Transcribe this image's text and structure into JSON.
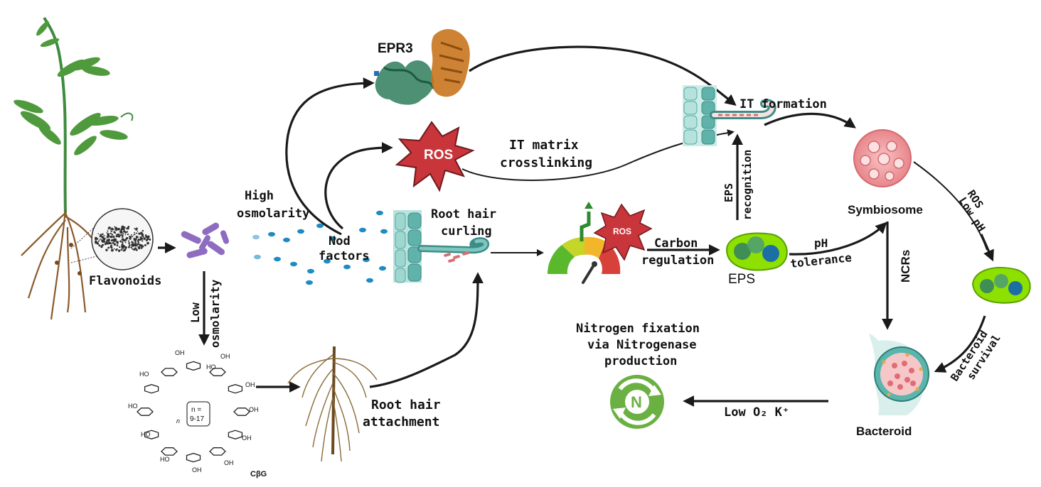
{
  "labels": {
    "flavonoids": "Flavonoids",
    "high_osmolarity_1": "High",
    "high_osmolarity_2": "osmolarity",
    "low_osmolarity_1": "Low",
    "low_osmolarity_2": "osmolarity",
    "nod_factors_1": "Nod",
    "nod_factors_2": "factors",
    "epr3": "EPR3",
    "ros": "ROS",
    "it_matrix_1": "IT matrix",
    "it_matrix_2": "crosslinking",
    "root_hair_curling_1": "Root hair",
    "root_hair_curling_2": "curling",
    "it_formation": "IT formation",
    "eps_recognition_1": "EPS",
    "eps_recognition_2": "recognition",
    "symbiosome": "Symbiosome",
    "ros_low_ph_1": "ROS",
    "ros_low_ph_2": "Low pH",
    "carbon_regulation_1": "Carbon",
    "carbon_regulation_2": "regulation",
    "eps": "EPS",
    "ph_tolerance_1": "pH",
    "ph_tolerance_2": "tolerance",
    "ncrs": "NCRs",
    "bacteroid_survival_1": "Bacteroid",
    "bacteroid_survival_2": "survival",
    "bacteroid": "Bacteroid",
    "nitrogen_fixation_1": "Nitrogen fixation",
    "nitrogen_fixation_2": "via Nitrogenase",
    "nitrogen_fixation_3": "production",
    "low_o2": "Low O₂ K⁺",
    "root_hair_attachment_1": "Root hair",
    "root_hair_attachment_2": "attachment",
    "cbg": "CβG",
    "n_value_1": "n =",
    "n_value_2": "9-17",
    "n_italic": "n",
    "nitrogen_symbol": "N",
    "oh": "OH",
    "ho": "HO"
  },
  "colors": {
    "plant_green": "#3f8b3f",
    "root_brown": "#8a5a2b",
    "bacteria_purple": "#8e6cc0",
    "nod_blue": "#1e8bc3",
    "ros_red": "#c8353a",
    "root_teal": "#7fc6c0",
    "eps_green": "#8ee000",
    "symbiosome_pink": "#f29a9e",
    "nitrogen_green": "#6bb043",
    "epr3_green": "#2e7d5b",
    "epr3_orange": "#c8741e"
  }
}
